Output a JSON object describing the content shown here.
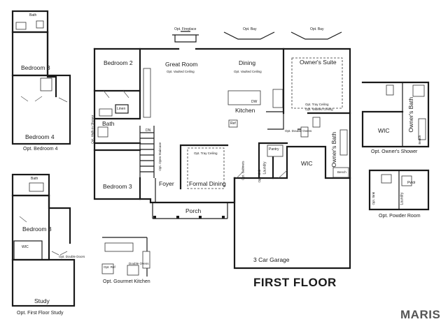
{
  "title": "FIRST FLOOR",
  "brand": "MARIS",
  "main": {
    "great_room": "Great Room",
    "great_room_note": "Opt. Vaulted Ceiling",
    "dining": "Dining",
    "dining_note": "Opt. Vaulted Ceiling",
    "owners_suite": "Owner's Suite",
    "owners_suite_note1": "Opt. Tray Ceiling",
    "owners_suite_note2": "Opt. Vaulted Ceiling",
    "bedroom2": "Bedroom 2",
    "linen": "Linen",
    "bath": "Bath",
    "opt_walkin_shower": "Opt. Walk-In Shower",
    "dn": "DN",
    "opt_open_staircase": "Opt. Open Staircase",
    "kitchen": "Kitchen",
    "dw": "DW",
    "ref": "Ref",
    "opt_double_ovens": "Opt. Double Ovens",
    "pantry": "Pantry",
    "opt_cabinets": "Opt. Cabinets",
    "laundry": "Laundry",
    "opt_sink": "Opt. Sink",
    "wic": "WIC",
    "owners_bath": "Owner's Bath",
    "bench": "Bench",
    "bedroom3": "Bedroom 3",
    "foyer": "Foyer",
    "formal_dining": "Formal Dining",
    "formal_dining_note": "Opt. Tray Ceiling",
    "porch": "Porch",
    "garage": "3 Car Garage",
    "opt_fireplace": "Opt. Fireplace",
    "opt_bay_1": "Opt. Bay",
    "opt_bay_2": "Opt. Bay"
  },
  "opt_bedroom4": {
    "bath": "Bath",
    "bedroom3": "Bedroom 3",
    "bedroom4": "Bedroom 4",
    "caption": "Opt. Bedroom 4"
  },
  "opt_study": {
    "bath": "Bath",
    "bedroom3": "Bedroom 3",
    "wic": "WIC",
    "opt_double_doors": "Opt. Double Doors",
    "study": "Study",
    "caption": "Opt. First Floor Study"
  },
  "opt_gourmet": {
    "opt_ref": "Opt. Ref",
    "double_ovens": "Double Ovens",
    "caption": "Opt. Gourmet Kitchen"
  },
  "opt_owners_shower": {
    "wic": "WIC",
    "owners_bath": "Owner's Bath",
    "bench": "Bench",
    "caption": "Opt. Owner's Shower"
  },
  "opt_powder": {
    "pwdr": "Pwdr",
    "laundry": "Laundry",
    "opt_sink": "Opt. Sink",
    "caption": "Opt. Powder Room"
  }
}
